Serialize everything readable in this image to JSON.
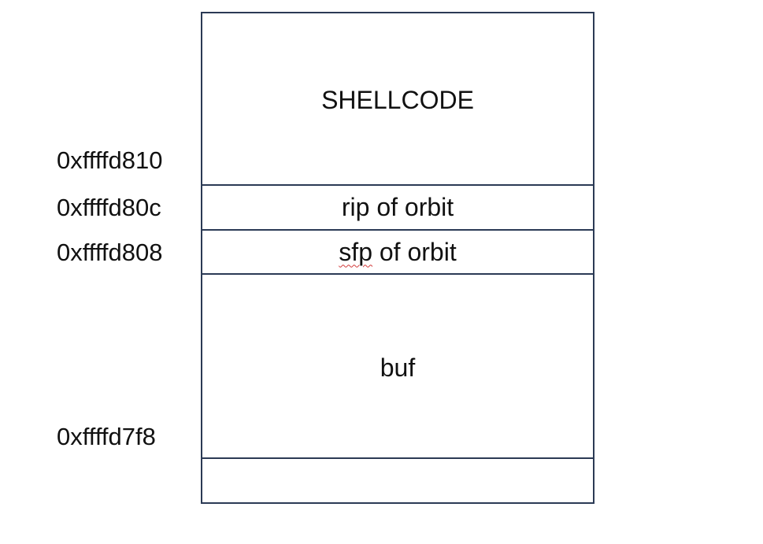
{
  "stack": {
    "cells": {
      "shellcode": "SHELLCODE",
      "rip": "rip of orbit",
      "sfp_word": "sfp",
      "sfp_rest": " of orbit",
      "buf": "buf",
      "bottom": ""
    }
  },
  "addresses": {
    "a810": "0xffffd810",
    "a80c": "0xffffd80c",
    "a808": "0xffffd808",
    "a7f8": "0xffffd7f8"
  },
  "colors": {
    "border": "#2b3a55",
    "spellcheck": "#d23b3b"
  }
}
